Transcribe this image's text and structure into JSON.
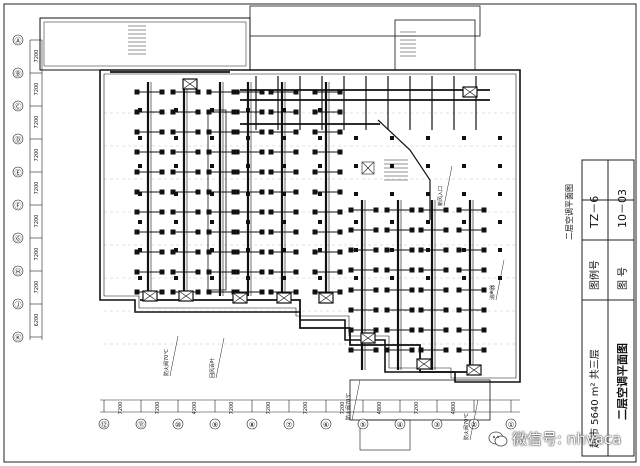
{
  "title_block": {
    "project": "超市 5640 m² 共三层",
    "drawing_name": "二层空调平面图",
    "label_fig_no": "图例号",
    "fig_no": "TZ－6",
    "label_sheet": "图 号",
    "sheet_no": "10－03",
    "rotated_title": "二层空调平面图"
  },
  "row_axis_labels": [
    "Ⓐ",
    "Ⓑ",
    "Ⓒ",
    "Ⓓ",
    "Ⓔ",
    "Ⓕ",
    "Ⓖ",
    "Ⓗ",
    "Ⓙ",
    "Ⓚ"
  ],
  "col_axis_labels": [
    "⑫",
    "⑪",
    "⑩",
    "⑨",
    "⑧",
    "⑦",
    "⑥",
    "⑤",
    "④",
    "③",
    "②",
    "①"
  ],
  "left_dims": [
    "7200",
    "7200",
    "7200",
    "7200",
    "7200",
    "7200",
    "7200",
    "7200",
    "6200"
  ],
  "bottom_dims": [
    "7200",
    "7200",
    "4200",
    "7200",
    "7200",
    "7200",
    "7200",
    "4800",
    "7200",
    "4800"
  ],
  "notes": [
    "防火阀70℃",
    "回风百叶",
    "新风入口",
    "消声器",
    "防火阀70℃",
    "防火阀70℃"
  ],
  "watermark": "微信号: nhvaca"
}
